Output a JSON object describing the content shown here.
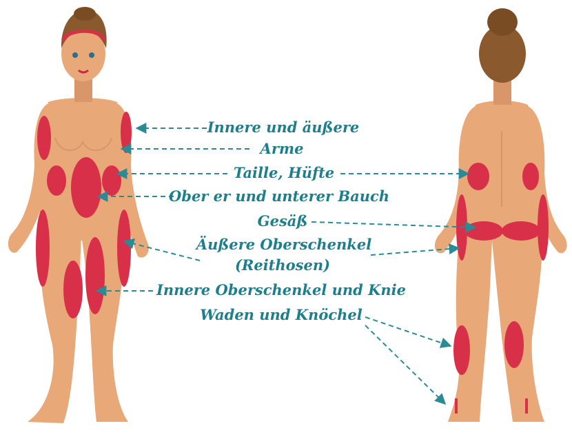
{
  "labels": {
    "arms_line1": "Innere und äußere",
    "arms_line2": "Arme",
    "waist": "Taille, Hüfte",
    "belly": "Ober er und unterer Bauch",
    "buttocks": "Gesäß",
    "outer_thighs_line1": "Äußere Oberschenkel",
    "outer_thighs_line2": "(Reithosen)",
    "inner_thighs": "Innere Oberschenkel und Knie",
    "calves": "Waden und Knöchel"
  },
  "colors": {
    "skin": "#e8a878",
    "skin_shade": "#d99668",
    "fat_zone": "#d9304a",
    "hair": "#8a5a2e",
    "label_text": "#1e7f8c",
    "arrow": "#2a8a95",
    "headband": "#d9304a"
  }
}
